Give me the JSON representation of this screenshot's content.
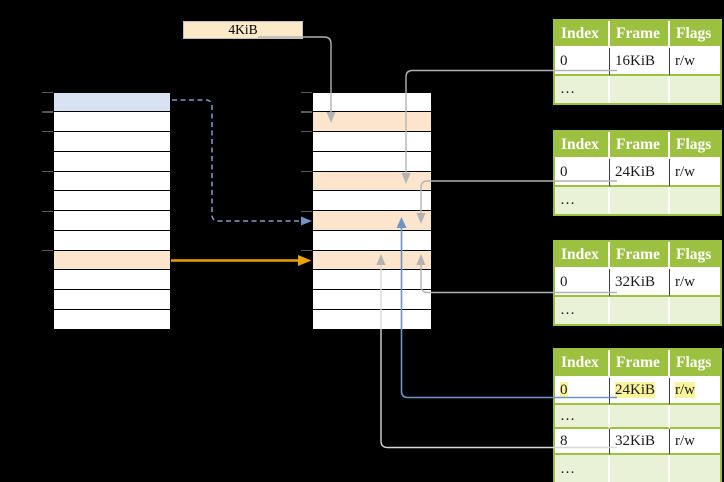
{
  "page_size_label": "4KiB",
  "colors": {
    "background": "#000000",
    "green": "#9cc141",
    "light_green": "#e9f1d6",
    "yellow_highlight": "#fbf49b",
    "blue_row": "#d9e2f3",
    "orange_row": "#fce5cd",
    "cream_box": "#fce9c8",
    "box_border": "#bfbfbf",
    "arrow_gray": "#b3b3b3",
    "arrow_light": "#d8d8d8",
    "arrow_blue": "#6e93c4",
    "arrow_blue_dashed": "#7d9ec9",
    "arrow_orange": "#e8a200",
    "tick": "#595959",
    "cell_dark_border": "#3f3f3f",
    "text": "#1a1a1a"
  },
  "virtual_table": {
    "rows": [
      "blue",
      "white",
      "white",
      "white",
      "white",
      "white",
      "white",
      "white",
      "orange",
      "white",
      "white",
      "white"
    ]
  },
  "memory_table": {
    "rows": [
      "white",
      "orange",
      "white",
      "white",
      "orange",
      "white",
      "orange",
      "white",
      "orange",
      "white",
      "white",
      "white"
    ]
  },
  "page_tables": [
    {
      "name": "page-table-16k",
      "headers": [
        "Index",
        "Frame",
        "Flags"
      ],
      "rows": [
        {
          "cells": [
            "0",
            "16KiB",
            "r/w"
          ],
          "dots": false,
          "highlight": false
        },
        {
          "cells": [
            "…",
            "",
            ""
          ],
          "dots": true,
          "highlight": false
        }
      ]
    },
    {
      "name": "page-table-24k",
      "headers": [
        "Index",
        "Frame",
        "Flags"
      ],
      "rows": [
        {
          "cells": [
            "0",
            "24KiB",
            "r/w"
          ],
          "dots": false,
          "highlight": false
        },
        {
          "cells": [
            "…",
            "",
            ""
          ],
          "dots": true,
          "highlight": false
        }
      ]
    },
    {
      "name": "page-table-32k",
      "headers": [
        "Index",
        "Frame",
        "Flags"
      ],
      "rows": [
        {
          "cells": [
            "0",
            "32KiB",
            "r/w"
          ],
          "dots": false,
          "highlight": false
        },
        {
          "cells": [
            "…",
            "",
            ""
          ],
          "dots": true,
          "highlight": false
        }
      ]
    },
    {
      "name": "page-table-level2",
      "headers": [
        "Index",
        "Frame",
        "Flags"
      ],
      "rows": [
        {
          "cells": [
            "0",
            "24KiB",
            "r/w"
          ],
          "dots": false,
          "highlight": true
        },
        {
          "cells": [
            "…",
            "",
            ""
          ],
          "dots": true,
          "highlight": false
        },
        {
          "cells": [
            "8",
            "32KiB",
            "r/w"
          ],
          "dots": false,
          "highlight": false
        },
        {
          "cells": [
            "…",
            "",
            ""
          ],
          "dots": true,
          "highlight": false
        }
      ]
    }
  ]
}
